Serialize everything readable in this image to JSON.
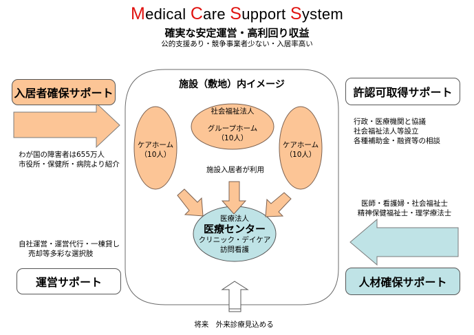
{
  "header": {
    "title_parts": [
      {
        "cap": "M",
        "rest": "edical "
      },
      {
        "cap": "C",
        "rest": "are "
      },
      {
        "cap": "S",
        "rest": "upport "
      },
      {
        "cap": "S",
        "rest": "ystem"
      }
    ],
    "subtitle": "確実な安定運営・高利回り収益",
    "tagline": "公的支援あり・競争事業者少ない・入居率高い"
  },
  "colors": {
    "title_accent": "#e0120f",
    "orange_fill": "#fcc596",
    "teal_fill": "#bfe3e6",
    "outline": "#555555"
  },
  "left": {
    "resident_support": {
      "label": "入居者確保サポート",
      "notes": [
        "わが国の障害者は655万人",
        "市役所・保健所・病院より紹介"
      ]
    },
    "operation_support": {
      "label": "運営サポート",
      "notes": [
        "自社運営・運営代行・一棟貸し",
        "売却等多彩な選択肢"
      ]
    }
  },
  "right": {
    "license_support": {
      "label": "許認可取得サポート",
      "notes": [
        "行政・医療機関と協議",
        "社会福祉法人等設立",
        "各種補助金・融資等の相談"
      ]
    },
    "staff_support": {
      "label": "人材確保サポート",
      "notes": [
        "医師・看護婦・社会福祉士",
        "精神保健福祉士・理学療法士"
      ]
    }
  },
  "facility": {
    "title": "施設（敷地）内イメージ",
    "group_home": {
      "line1": "社会福祉法人",
      "line2": "グループホーム",
      "line3": "（10人）"
    },
    "care_home_left": {
      "line1": "ケアホーム",
      "line2": "（10人）"
    },
    "care_home_right": {
      "line1": "ケアホーム",
      "line2": "（10人）"
    },
    "usage_label": "施設入居者が利用",
    "medical_center": {
      "line1": "医療法人",
      "line2": "医療センター",
      "line3": "クリニック・デイケア",
      "line4": "訪問看護"
    }
  },
  "footer": {
    "future_note": "将来　外来診療見込める"
  }
}
